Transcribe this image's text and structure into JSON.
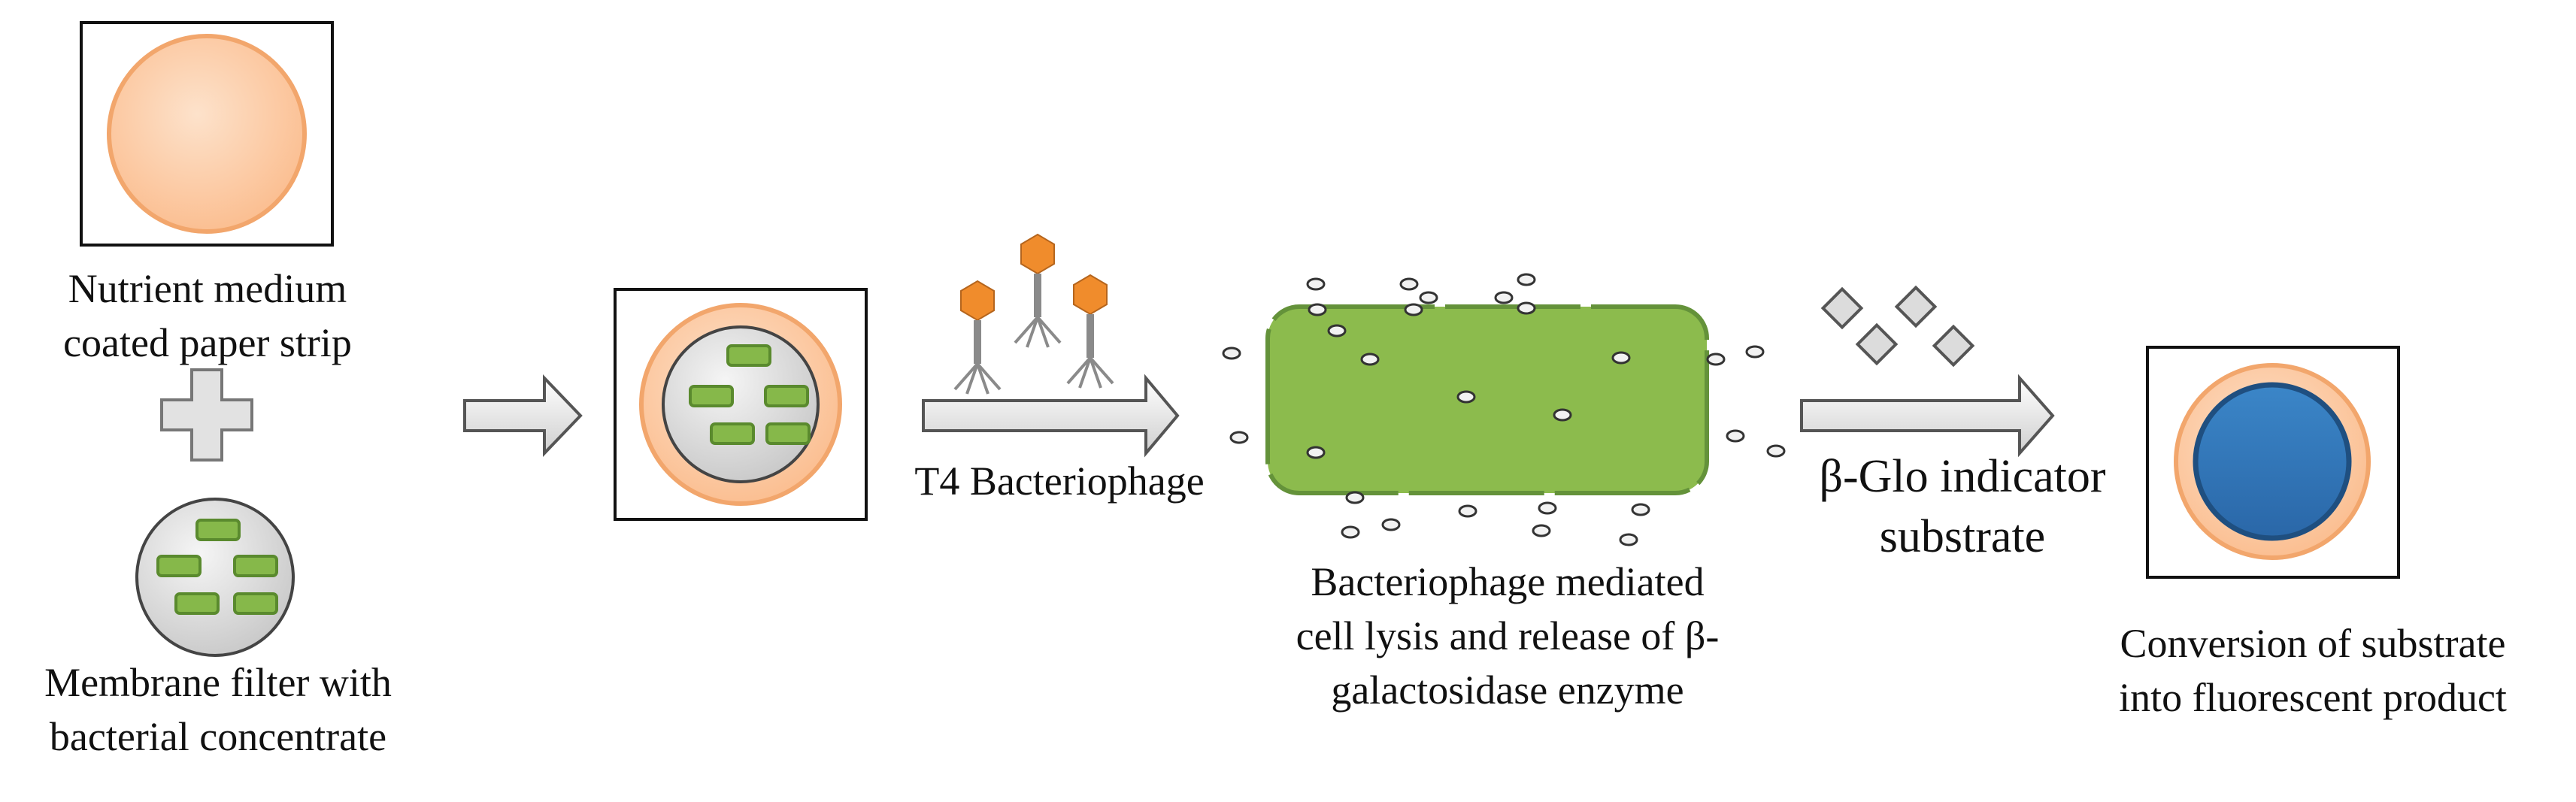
{
  "labels": {
    "paper_strip": [
      "Nutrient medium",
      "coated paper strip"
    ],
    "membrane": [
      "Membrane filter with",
      "bacterial concentrate"
    ],
    "phage": "T4 Bacteriophage",
    "lysis": [
      "Bacteriophage mediated",
      "cell lysis and release of β-",
      "galactosidase enzyme"
    ],
    "substrate": [
      "β-Glo indicator",
      "substrate"
    ],
    "conversion": [
      "Conversion of substrate",
      "into fluorescent product"
    ]
  },
  "colors": {
    "paper": "#fbc7a0",
    "paper_edge": "#f2a66c",
    "bacteria_fill": "#86b84a",
    "bacteria_edge": "#5a8a2e",
    "cell": "#8cbb4d",
    "cell_edge": "#64923a",
    "membrane": "#dcdcdc",
    "phage_head": "#f08c2c",
    "phage_tail": "#8a8a8a",
    "fluorescent": "#2f75b5",
    "fluorescent_edge": "#1f4f80",
    "arrow": "#e4e4e4"
  },
  "icons": [
    "plus-icon",
    "arrow-icon",
    "bacteriophage-icon",
    "substrate-diamond-icon"
  ]
}
